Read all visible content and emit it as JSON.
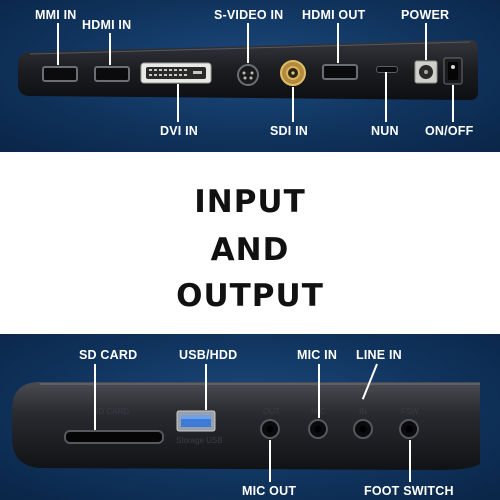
{
  "top_panel": {
    "labels": {
      "mmi_in": "MMI IN",
      "hdmi_in": "HDMI IN",
      "svideo_in": "S-VIDEO IN",
      "hdmi_out": "HDMI OUT",
      "power": "POWER",
      "dvi_in": "DVI IN",
      "sdi_in": "SDI IN",
      "nun": "NUN",
      "on_off": "ON/OFF"
    }
  },
  "title": {
    "line1": "INPUT",
    "line2": "AND",
    "line3": "OUTPUT"
  },
  "bottom_panel": {
    "labels": {
      "sd_card": "SD CARD",
      "usb_hdd": "USB/HDD",
      "mic_in": "MIC IN",
      "line_in": "LINE IN",
      "mic_out": "MIC OUT",
      "foot_switch": "FOOT SWITCH"
    },
    "engraved": {
      "sd_card": "SD CARD",
      "storage_usb": "Storage USB",
      "out": "OUT",
      "mic": "MIC",
      "line": "IN",
      "fsw": "FSW"
    }
  },
  "colors": {
    "panel_blue": "#10345e",
    "device_body": "#1c1d21",
    "usb_blue": "#3d7bd9"
  }
}
